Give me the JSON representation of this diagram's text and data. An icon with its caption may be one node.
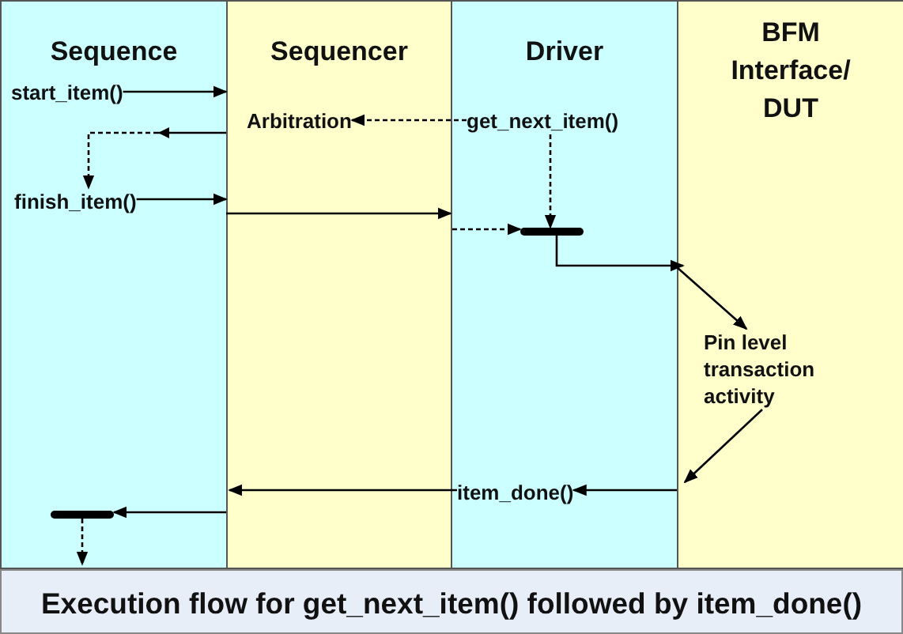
{
  "diagram": {
    "caption": "Execution flow for get_next_item() followed by item_done()",
    "nodes": [
      {
        "text": [
          "Sequence"
        ]
      },
      {
        "text": [
          "Sequencer"
        ]
      },
      {
        "text": [
          "Driver"
        ]
      },
      {
        "text": [
          "BFM Interface/ DUT"
        ]
      },
      {
        "text": [
          "start_item()"
        ],
        "in": 0
      },
      {
        "text": [
          "Arbitration"
        ],
        "in": 1
      },
      {
        "text": [
          "get_next_item()"
        ],
        "in": 2
      },
      {
        "text": [
          "finish_item()"
        ],
        "in": 0
      },
      {
        "text": [],
        "shape": "bar",
        "in": 2
      },
      {
        "text": [
          "Pin level transaction activity"
        ],
        "in": 3
      },
      {
        "text": [
          "item_done()"
        ],
        "in": 2
      },
      {
        "text": [],
        "shape": "bar",
        "in": 0
      }
    ],
    "edges": [
      {
        "from": 4,
        "to": 1,
        "arrow": "to"
      },
      {
        "from": 1,
        "to": 7,
        "arrow": "to",
        "style": "dashed"
      },
      {
        "from": 6,
        "to": 5,
        "arrow": "to",
        "style": "dashed"
      },
      {
        "from": 7,
        "to": 1,
        "arrow": "to"
      },
      {
        "from": 1,
        "to": 2,
        "arrow": "to"
      },
      {
        "from": 2,
        "to": 8,
        "arrow": "to",
        "style": "dashed"
      },
      {
        "from": 6,
        "to": 8,
        "arrow": "to",
        "style": "dashed"
      },
      {
        "from": 8,
        "to": 3,
        "arrow": "to"
      },
      {
        "from": 3,
        "to": 9,
        "arrow": "to"
      },
      {
        "from": 9,
        "to": 3,
        "arrow": "to"
      },
      {
        "from": 3,
        "to": 10,
        "arrow": "to"
      },
      {
        "from": 10,
        "to": 1,
        "arrow": "to"
      },
      {
        "from": 1,
        "to": 11,
        "arrow": "to"
      },
      {
        "from": 11,
        "to": null,
        "arrow": "to",
        "style": "dashed"
      }
    ]
  }
}
